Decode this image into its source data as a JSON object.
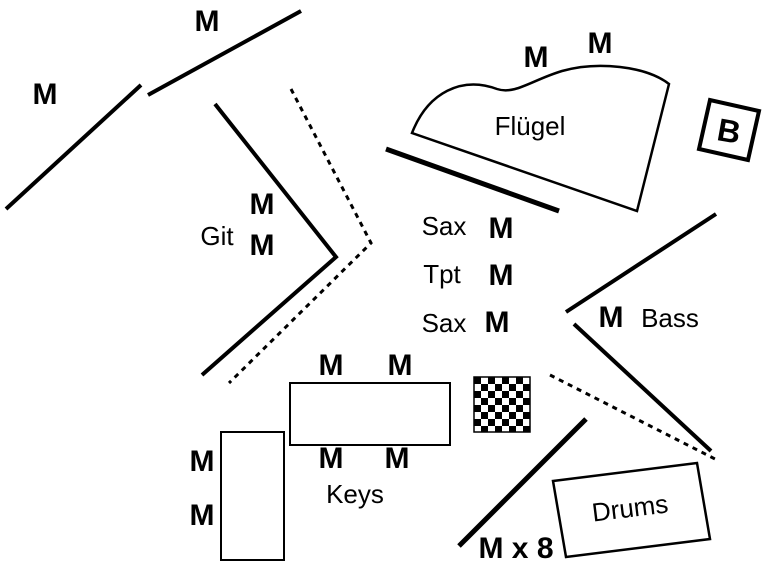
{
  "instruments": {
    "fluegel": "Flügel",
    "git": "Git",
    "sax_front": "Sax",
    "tpt": "Tpt",
    "sax_rear": "Sax",
    "bass": "Bass",
    "keys": "Keys",
    "drums": "Drums"
  },
  "markers": {
    "b_box": "B",
    "mic_total": "M x 8"
  },
  "mics": [
    {
      "label": "M"
    },
    {
      "label": "M"
    },
    {
      "label": "M"
    },
    {
      "label": "M"
    },
    {
      "label": "M"
    },
    {
      "label": "M"
    },
    {
      "label": "M"
    },
    {
      "label": "M"
    },
    {
      "label": "M"
    },
    {
      "label": "M"
    },
    {
      "label": "M"
    },
    {
      "label": "M"
    },
    {
      "label": "M"
    },
    {
      "label": "M"
    },
    {
      "label": "M"
    },
    {
      "label": "M"
    }
  ]
}
